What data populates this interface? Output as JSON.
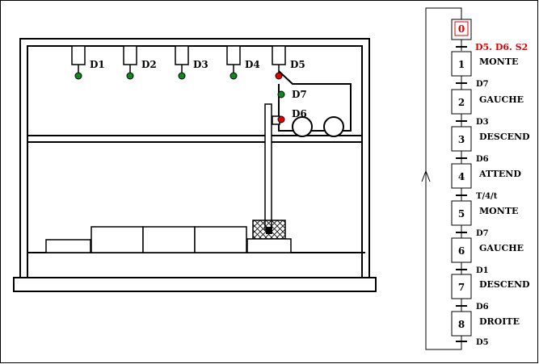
{
  "sensors": [
    {
      "label": "D1",
      "state": "green"
    },
    {
      "label": "D2",
      "state": "green"
    },
    {
      "label": "D3",
      "state": "green"
    },
    {
      "label": "D4",
      "state": "green"
    },
    {
      "label": "D5",
      "state": "red"
    }
  ],
  "carriage": {
    "sensor_d7": {
      "label": "D7",
      "state": "green"
    },
    "sensor_d6": {
      "label": "D6",
      "state": "red"
    }
  },
  "colors": {
    "green": "#0a8a1a",
    "red": "#e00000",
    "active": "#e00000",
    "line": "#000000"
  },
  "grafcet": {
    "initial_step": "0",
    "initial_transition": "D5. D6. S2",
    "steps": [
      {
        "number": "1",
        "action": "MONTE",
        "transition": "D7"
      },
      {
        "number": "2",
        "action": "GAUCHE",
        "transition": "D3"
      },
      {
        "number": "3",
        "action": "DESCEND",
        "transition": "D6"
      },
      {
        "number": "4",
        "action": "ATTEND",
        "transition": "T/4/t"
      },
      {
        "number": "5",
        "action": "MONTE",
        "transition": "D7"
      },
      {
        "number": "6",
        "action": "GAUCHE",
        "transition": "D1"
      },
      {
        "number": "7",
        "action": "DESCEND",
        "transition": "D6"
      },
      {
        "number": "8",
        "action": "DROITE",
        "transition": "D5"
      }
    ]
  }
}
